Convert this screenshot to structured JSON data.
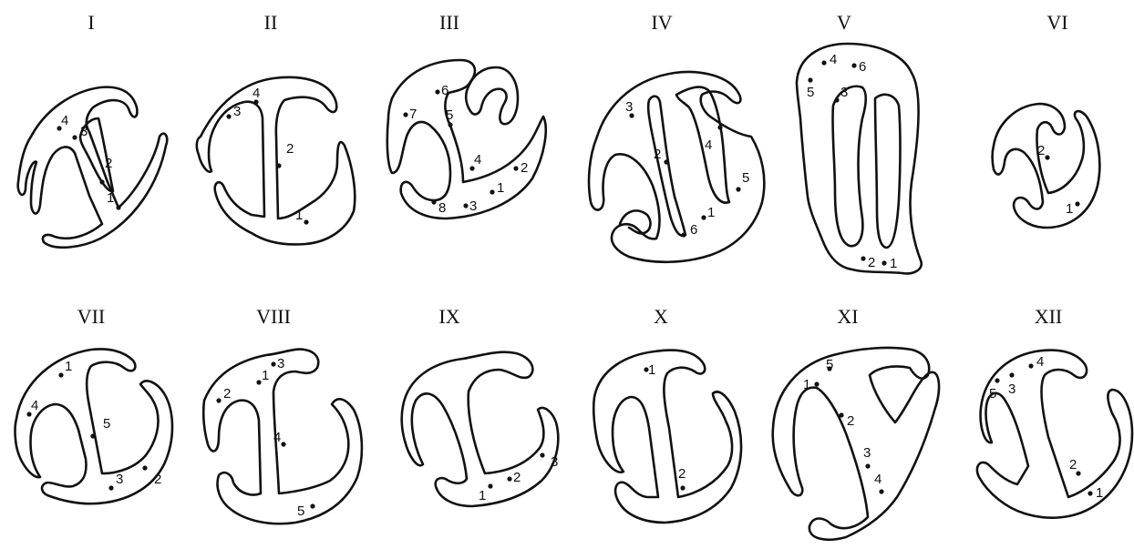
{
  "panels": [
    {
      "id": "I",
      "title": "I"
    },
    {
      "id": "II",
      "title": "II"
    },
    {
      "id": "III",
      "title": "III"
    },
    {
      "id": "IV",
      "title": "IV"
    },
    {
      "id": "V",
      "title": "V"
    },
    {
      "id": "VI",
      "title": "VI"
    },
    {
      "id": "VII",
      "title": "VII"
    },
    {
      "id": "VIII",
      "title": "VIII"
    },
    {
      "id": "IX",
      "title": "IX"
    },
    {
      "id": "X",
      "title": "X"
    },
    {
      "id": "XI",
      "title": "XI"
    },
    {
      "id": "XII",
      "title": "XII"
    }
  ],
  "point_labels": {
    "I": [
      "1",
      "2",
      "3",
      "4"
    ],
    "II": [
      "1",
      "2",
      "3",
      "4"
    ],
    "III": [
      "1",
      "2",
      "3",
      "4",
      "5",
      "6",
      "7",
      "8"
    ],
    "IV": [
      "1",
      "2",
      "3",
      "4",
      "5",
      "6"
    ],
    "V": [
      "1",
      "2",
      "3",
      "4",
      "5",
      "6"
    ],
    "VI": [
      "1",
      "2"
    ],
    "VII": [
      "1",
      "2",
      "3",
      "4",
      "5"
    ],
    "VIII": [
      "1",
      "2",
      "3",
      "4",
      "5"
    ],
    "IX": [
      "1",
      "2",
      "3"
    ],
    "X": [
      "1",
      "2"
    ],
    "XI": [
      "1",
      "2",
      "3",
      "4",
      "5"
    ],
    "XII": [
      "1",
      "2",
      "3",
      "4",
      "5"
    ]
  }
}
